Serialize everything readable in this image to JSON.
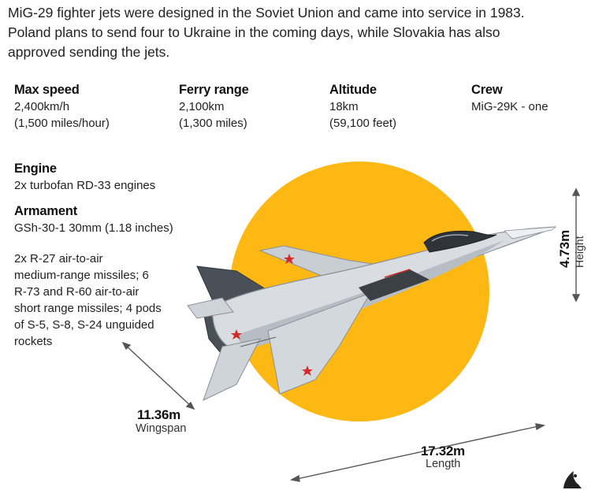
{
  "intro": {
    "line1": "MiG-29 fighter jets were designed in the Soviet Union and came into service in 1983.",
    "line2": "Poland plans to send four to Ukraine in the coming days, while Slovakia has also",
    "line3": "approved sending the jets."
  },
  "specs": {
    "max_speed": {
      "title": "Max speed",
      "line1": "2,400km/h",
      "line2": "(1,500 miles/hour)"
    },
    "ferry_range": {
      "title": "Ferry range",
      "line1": "2,100km",
      "line2": "(1,300 miles)"
    },
    "altitude": {
      "title": "Altitude",
      "line1": "18km",
      "line2": "(59,100 feet)"
    },
    "crew": {
      "title": "Crew",
      "line1": "MiG-29K - one"
    }
  },
  "engine": {
    "title": "Engine",
    "value": "2x turbofan RD-33 engines"
  },
  "armament": {
    "title": "Armament",
    "gun": "GSh-30-1 30mm (1.18 inches)",
    "missiles": [
      "2x R-27 air-to-air",
      "medium-range missiles; 6",
      "R-73 and R-60 air-to-air",
      "short range missiles; 4 pods",
      "of S-5, S-8, S-24 unguided",
      "rockets"
    ]
  },
  "dimensions": {
    "wingspan": {
      "value": "11.36m",
      "label": "Wingspan"
    },
    "length": {
      "value": "17.32m",
      "label": "Length"
    },
    "height": {
      "value": "4.73m",
      "label": "Height"
    }
  },
  "colors": {
    "accent_circle": "#FDB813",
    "jet_light": "#d9dde2",
    "jet_dark": "#4a5058",
    "star": "#d42a2a"
  }
}
